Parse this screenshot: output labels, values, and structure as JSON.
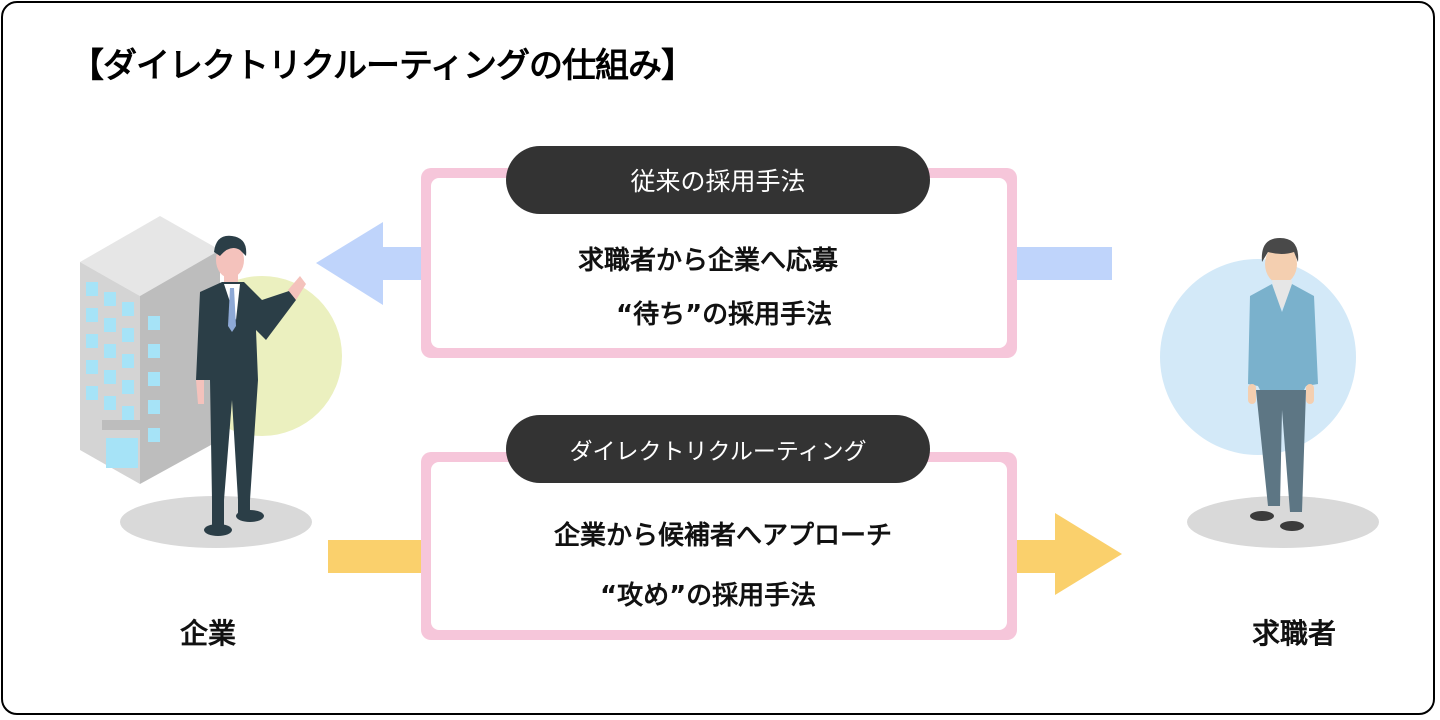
{
  "title": "【ダイレクトリクルーティングの仕組み】",
  "traditional": {
    "header": "従来の採用手法",
    "line1": "求職者から企業へ応募",
    "line2": "“待ち”の採用手法",
    "arrow_direction": "left",
    "arrow_color": "#bfd4fb"
  },
  "direct": {
    "header": "ダイレクトリクルーティング",
    "line1": "企業から候補者へアプローチ",
    "line2": "“攻め”の採用手法",
    "arrow_direction": "right",
    "arrow_color": "#fad06c"
  },
  "company": {
    "label": "企業",
    "circle_color": "#ebf0bf"
  },
  "jobseeker": {
    "label": "求職者",
    "circle_color": "#d3e9f8"
  },
  "box_border_color": "#f6c6da"
}
